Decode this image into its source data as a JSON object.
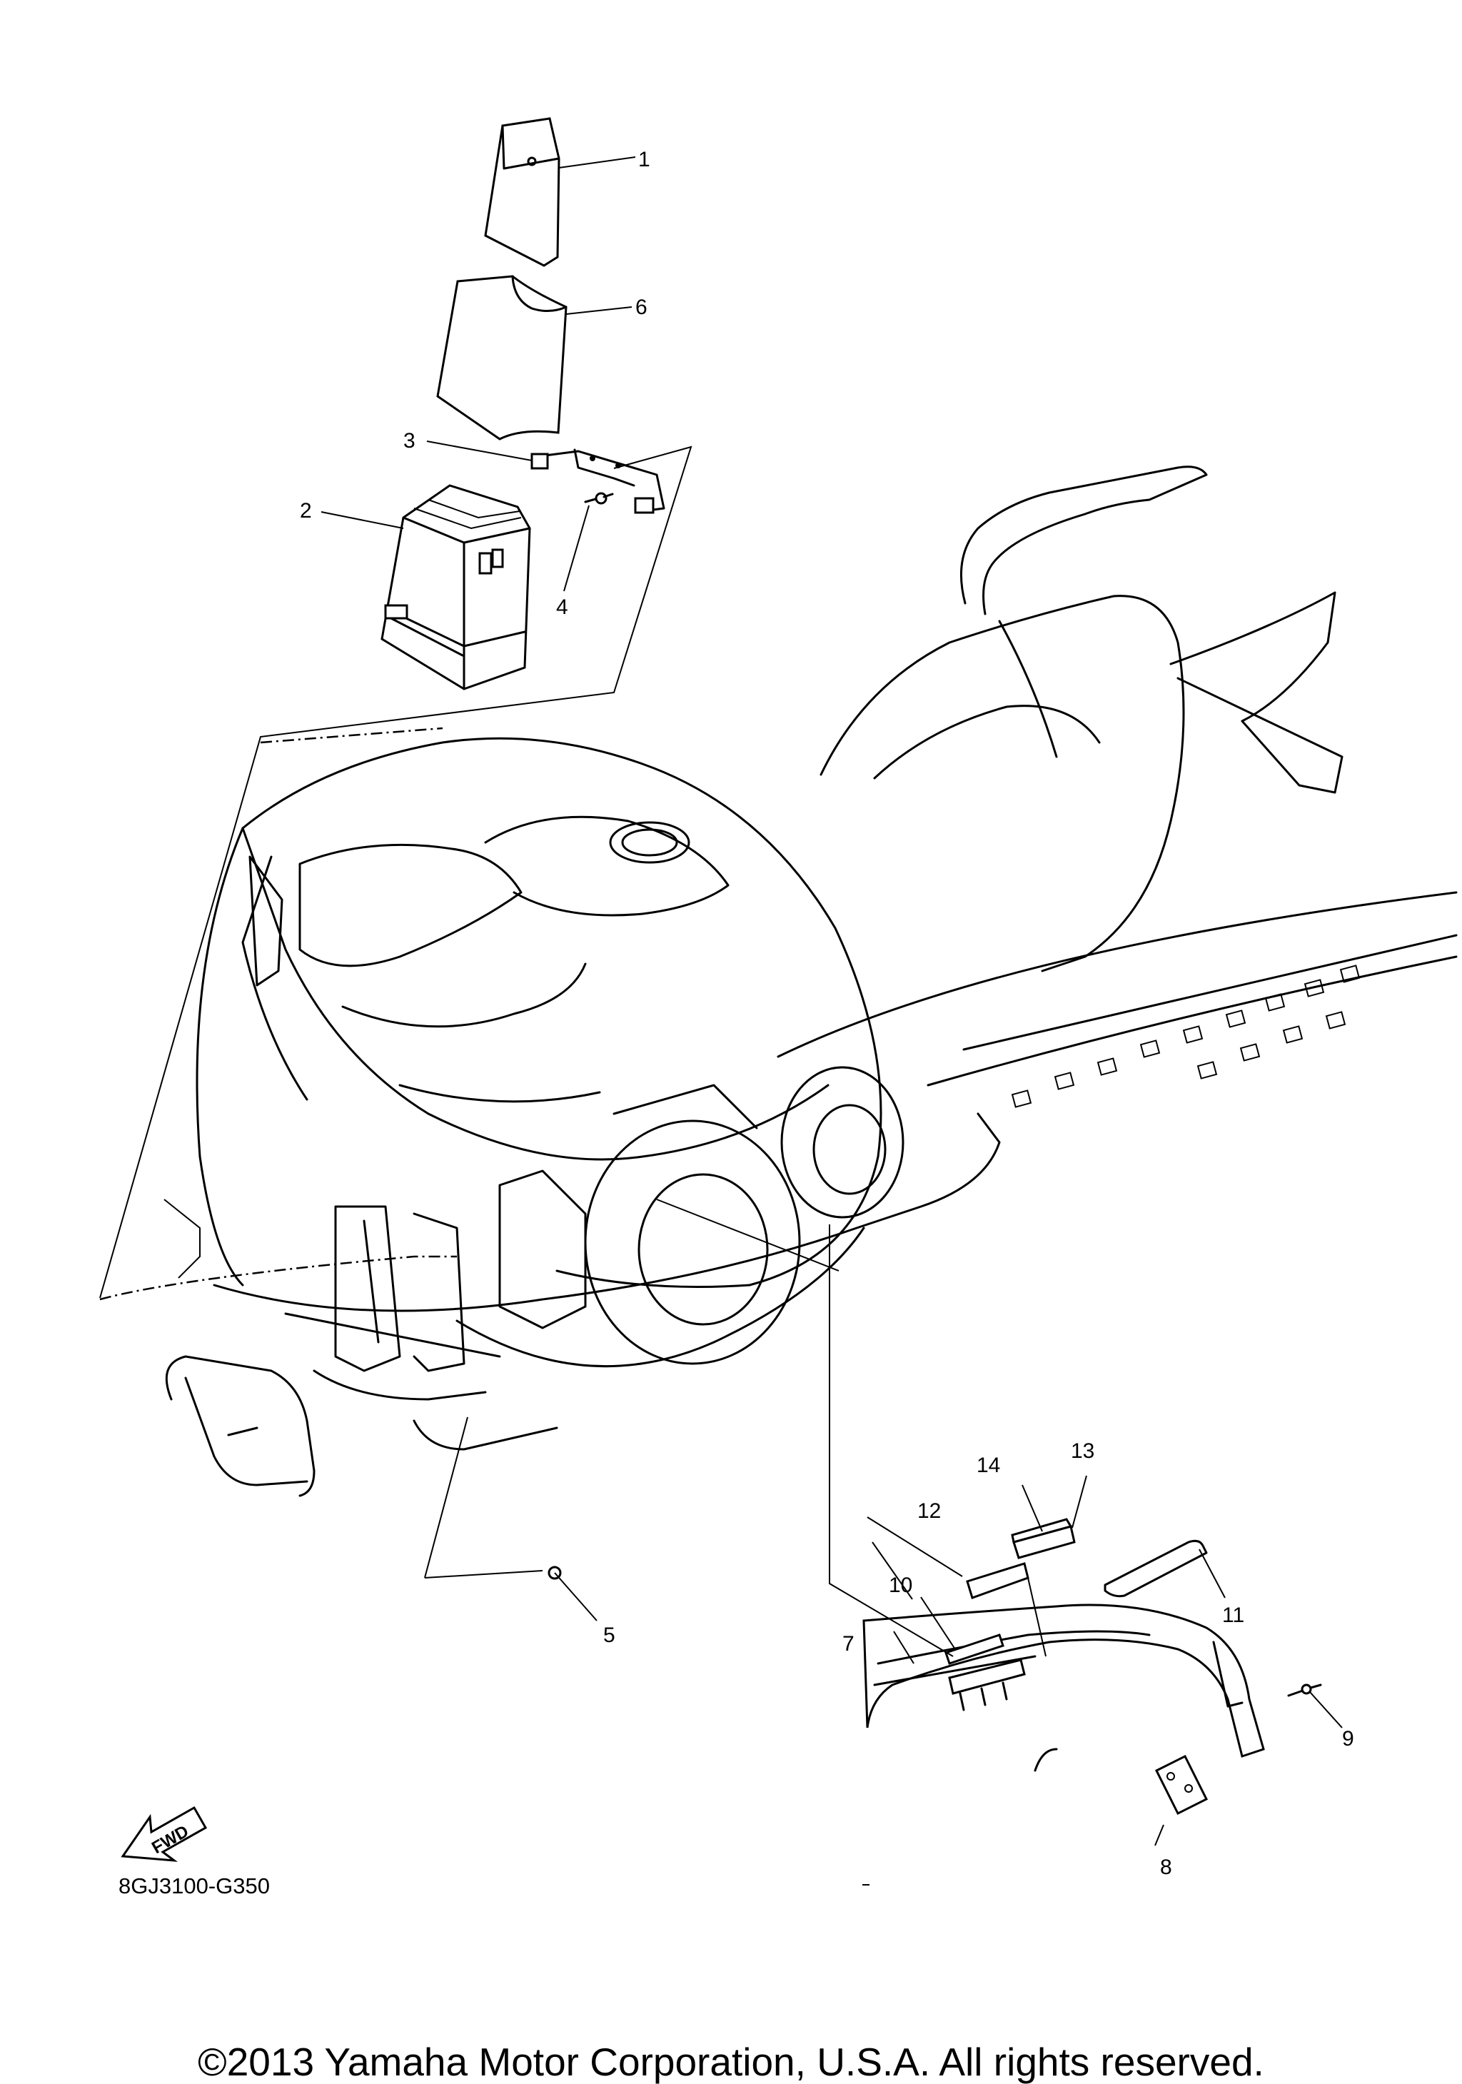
{
  "diagram": {
    "part_labels": {
      "p1": "1",
      "p2": "2",
      "p3": "3",
      "p4": "4",
      "p5": "5",
      "p6": "6",
      "p7": "7",
      "p8": "8",
      "p9": "9",
      "p10": "10",
      "p11": "11",
      "p12": "12",
      "p13": "13",
      "p14": "14"
    },
    "fwd_label": "FWD",
    "diagram_code": "8GJ3100-G350"
  },
  "footer": {
    "copyright": "©2013 Yamaha Motor Corporation, U.S.A. All rights reserved."
  }
}
